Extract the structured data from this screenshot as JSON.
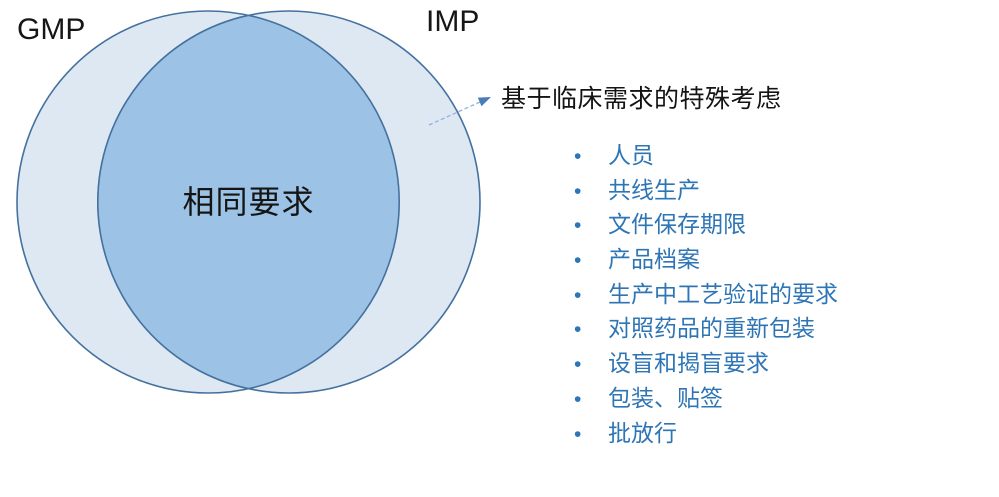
{
  "venn": {
    "left_label": "GMP",
    "right_label": "IMP",
    "overlap_label": "相同要求",
    "colors": {
      "circle_fill": "#dde8f3",
      "overlap_fill": "#9cc2e5",
      "stroke": "#45719f"
    }
  },
  "annotation": {
    "heading": "基于临床需求的特殊考虑",
    "bullet": "•",
    "text_color": "#2e75b6",
    "arrow": {
      "line_color": "#8fb3dc",
      "head_color": "#4a7cba"
    },
    "items": [
      "人员",
      "共线生产",
      "文件保存期限",
      "产品档案",
      "生产中工艺验证的要求",
      "对照药品的重新包装",
      "设盲和揭盲要求",
      "包装、贴签",
      "批放行"
    ]
  }
}
